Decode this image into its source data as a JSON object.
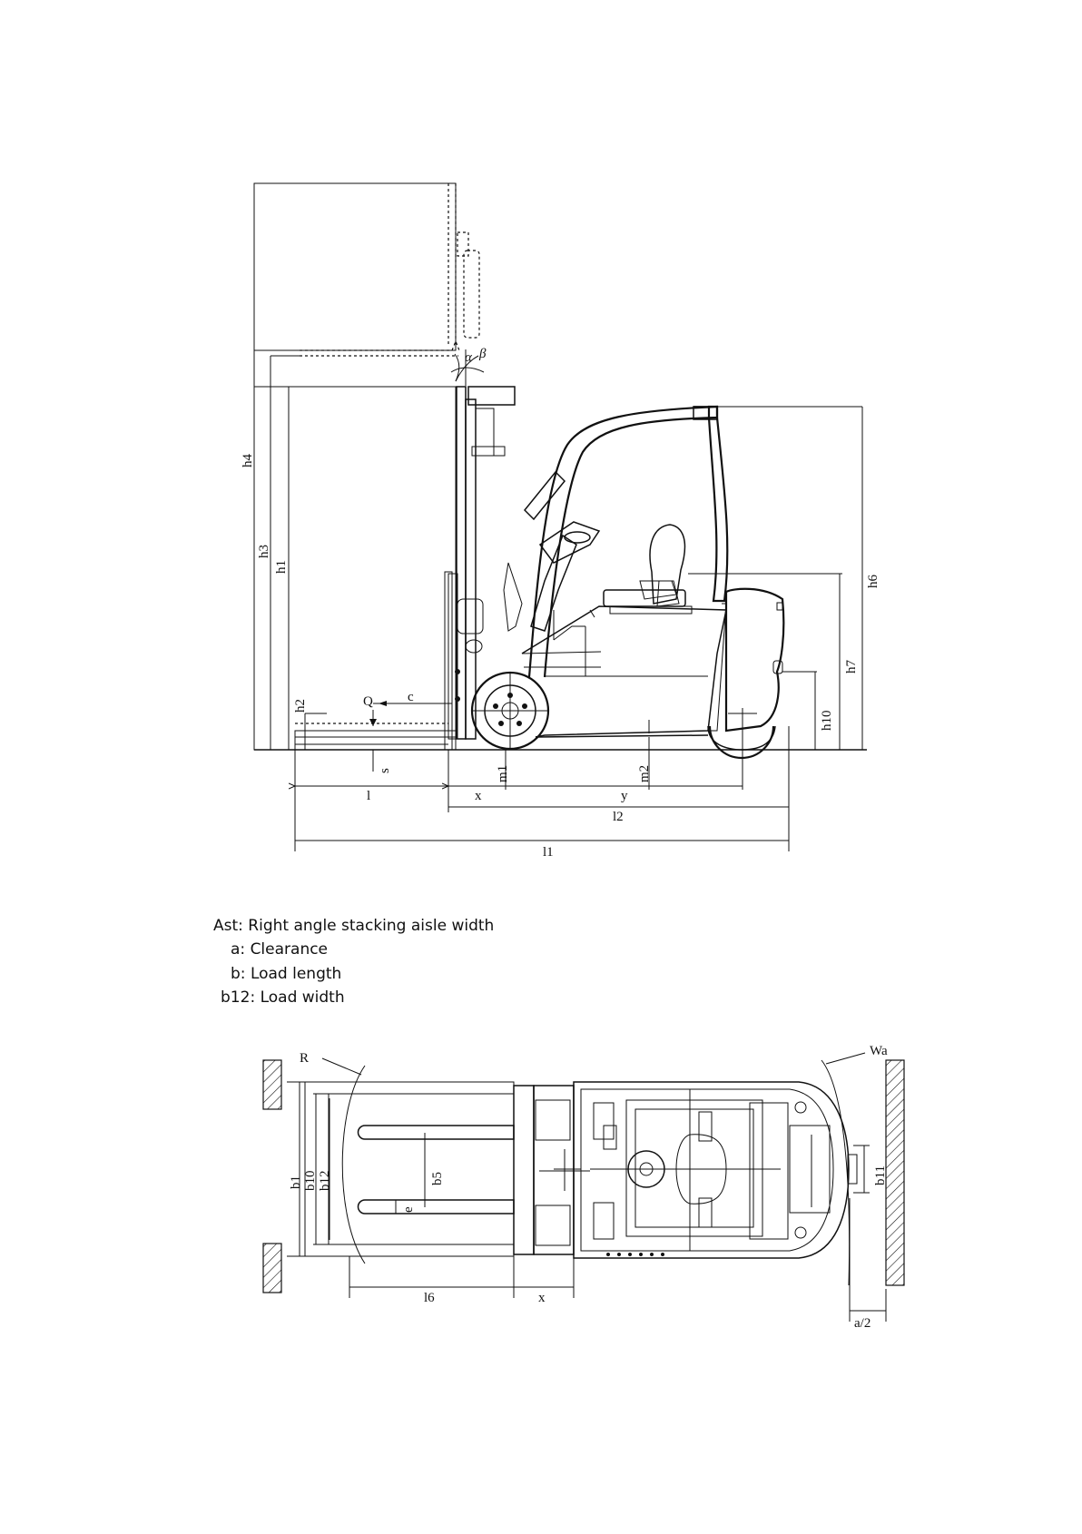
{
  "side_view": {
    "labels": {
      "h4": "h4",
      "h3": "h3",
      "h1": "h1",
      "h2": "h2",
      "h6": "h6",
      "h7": "h7",
      "h10": "h10",
      "alpha": "α",
      "beta": "β",
      "Q": "Q",
      "c": "c",
      "s": "s",
      "m1": "m1",
      "m2": "m2",
      "l": "l",
      "x": "x",
      "y": "y",
      "l2": "l2",
      "l1": "l1"
    }
  },
  "legend": {
    "items": [
      {
        "key": "Ast",
        "text": "Right angle stacking aisle width"
      },
      {
        "key": "a",
        "text": "Clearance"
      },
      {
        "key": "b",
        "text": "Load length"
      },
      {
        "key": "b12",
        "text": "Load width"
      }
    ]
  },
  "top_view": {
    "labels": {
      "R": "R",
      "Wa": "Wa",
      "b1": "b1",
      "b10": "b10",
      "b12": "b12",
      "b5": "b5",
      "e": "e",
      "l6": "l6",
      "x": "x",
      "b11": "b11",
      "a_half": "a/2"
    }
  }
}
